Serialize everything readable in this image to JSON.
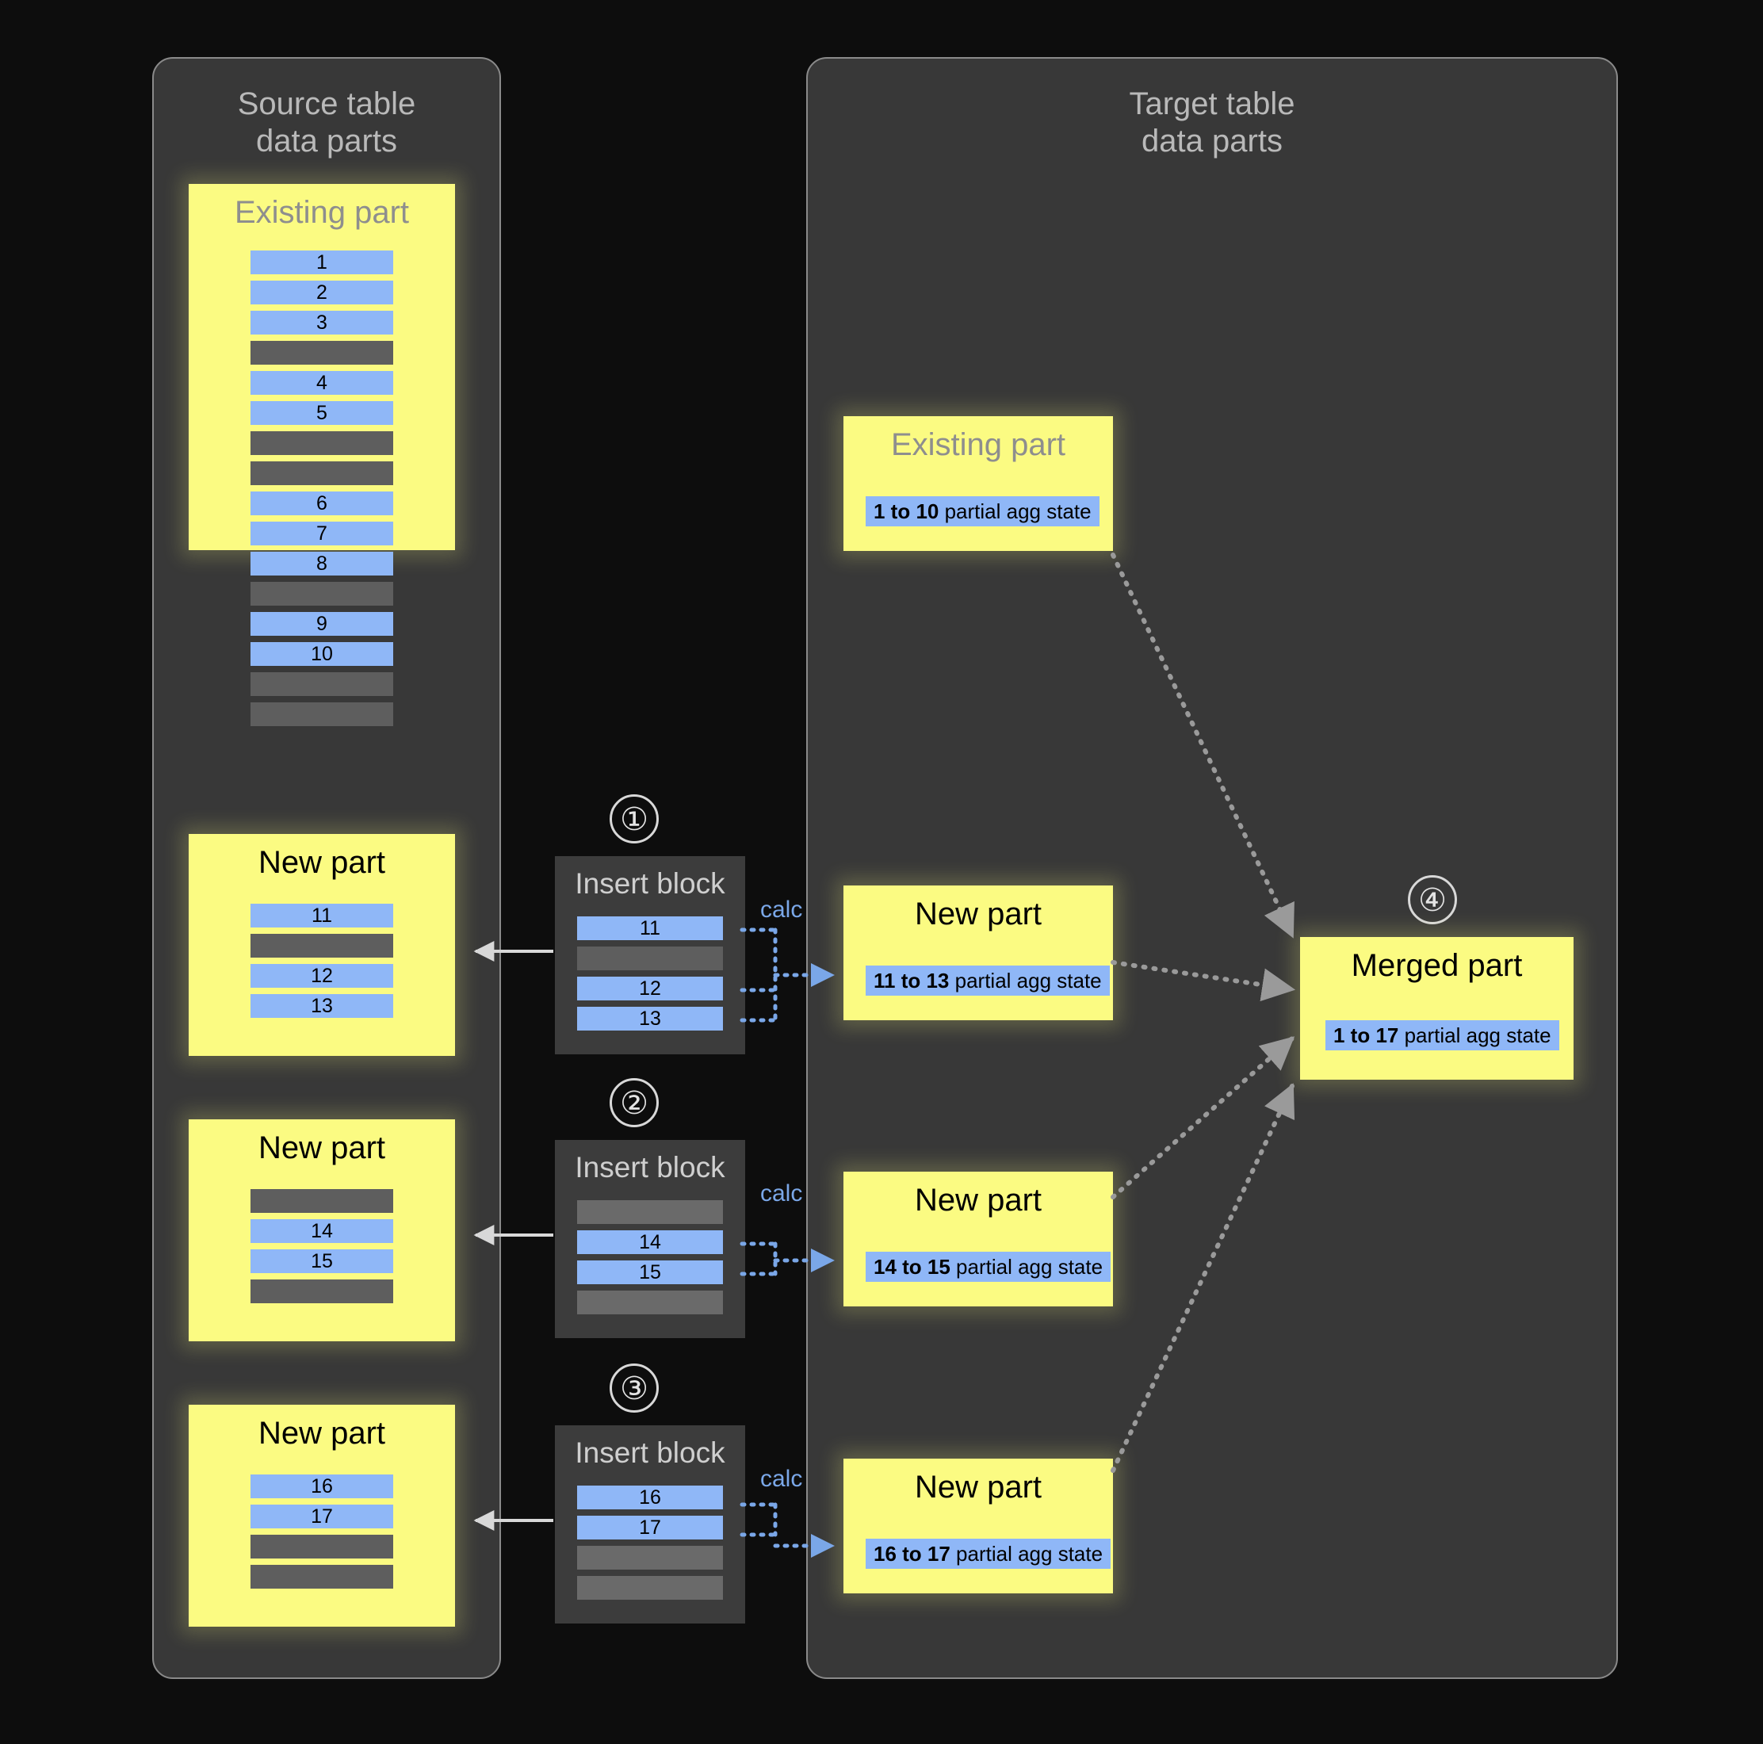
{
  "source_panel": {
    "title": "Source table\ndata parts"
  },
  "target_panel": {
    "title": "Target table\ndata parts"
  },
  "labels": {
    "existing_part": "Existing part",
    "new_part": "New part",
    "merged_part": "Merged part",
    "insert_block": "Insert block",
    "calc": "calc",
    "partial_agg_state": " partial agg state"
  },
  "steps": {
    "one": "①",
    "two": "②",
    "three": "③",
    "four": "④"
  },
  "colors": {
    "part_yellow": "#fbfb82",
    "value_blue": "#8fb7f7",
    "gray_row": "#5e5e5e",
    "panel_bg": "#383838",
    "page_bg": "#0d0d0d",
    "calc_blue": "#7aa7e8",
    "arrow_gray": "#9a9a9a"
  },
  "source": {
    "existing_part": {
      "title": "Existing part",
      "rows": [
        {
          "type": "val",
          "label": "1"
        },
        {
          "type": "val",
          "label": "2"
        },
        {
          "type": "val",
          "label": "3"
        },
        {
          "type": "gray",
          "label": ""
        },
        {
          "type": "val",
          "label": "4"
        },
        {
          "type": "val",
          "label": "5"
        },
        {
          "type": "gray",
          "label": ""
        },
        {
          "type": "gray",
          "label": ""
        },
        {
          "type": "val",
          "label": "6"
        },
        {
          "type": "val",
          "label": "7"
        },
        {
          "type": "val",
          "label": "8"
        },
        {
          "type": "gray",
          "label": ""
        },
        {
          "type": "val",
          "label": "9"
        },
        {
          "type": "val",
          "label": "10"
        },
        {
          "type": "gray",
          "label": ""
        },
        {
          "type": "gray",
          "label": ""
        }
      ]
    },
    "new_parts": [
      {
        "title": "New part",
        "rows": [
          {
            "type": "val",
            "label": "11"
          },
          {
            "type": "gray",
            "label": ""
          },
          {
            "type": "val",
            "label": "12"
          },
          {
            "type": "val",
            "label": "13"
          }
        ]
      },
      {
        "title": "New part",
        "rows": [
          {
            "type": "gray",
            "label": ""
          },
          {
            "type": "val",
            "label": "14"
          },
          {
            "type": "val",
            "label": "15"
          },
          {
            "type": "gray",
            "label": ""
          }
        ]
      },
      {
        "title": "New part",
        "rows": [
          {
            "type": "val",
            "label": "16"
          },
          {
            "type": "val",
            "label": "17"
          },
          {
            "type": "gray",
            "label": ""
          },
          {
            "type": "gray",
            "label": ""
          }
        ]
      }
    ]
  },
  "insert_blocks": [
    {
      "step": "①",
      "title": "Insert block",
      "calc": "calc",
      "rows": [
        {
          "type": "val",
          "label": "11"
        },
        {
          "type": "gray",
          "label": ""
        },
        {
          "type": "val",
          "label": "12"
        },
        {
          "type": "val",
          "label": "13"
        }
      ]
    },
    {
      "step": "②",
      "title": "Insert block",
      "calc": "calc",
      "rows": [
        {
          "type": "gray",
          "label": ""
        },
        {
          "type": "val",
          "label": "14"
        },
        {
          "type": "val",
          "label": "15"
        },
        {
          "type": "gray",
          "label": ""
        }
      ]
    },
    {
      "step": "③",
      "title": "Insert block",
      "calc": "calc",
      "rows": [
        {
          "type": "val",
          "label": "16"
        },
        {
          "type": "val",
          "label": "17"
        },
        {
          "type": "gray",
          "label": ""
        },
        {
          "type": "gray",
          "label": ""
        }
      ]
    }
  ],
  "target": {
    "existing_part": {
      "title": "Existing part",
      "range": "1 to 10",
      "suffix": " partial agg state"
    },
    "new_parts": [
      {
        "title": "New part",
        "range": "11 to 13",
        "suffix": " partial agg state"
      },
      {
        "title": "New part",
        "range": "14 to 15",
        "suffix": " partial agg state"
      },
      {
        "title": "New part",
        "range": "16 to 17",
        "suffix": " partial agg state"
      }
    ],
    "merged_part": {
      "step": "④",
      "title": "Merged part",
      "range": "1 to 17",
      "suffix": " partial agg state"
    }
  }
}
